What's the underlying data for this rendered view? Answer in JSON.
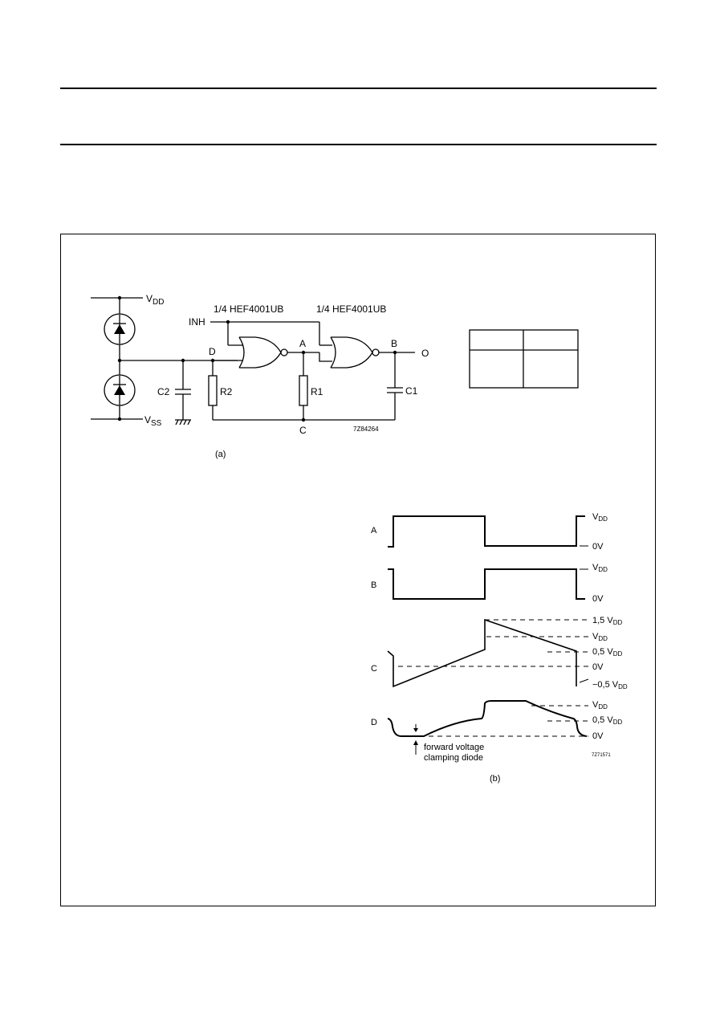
{
  "labels": {
    "vdd_main": "V",
    "vdd_sub": "DD",
    "vss_main": "V",
    "vss_sub": "SS",
    "gate1": "1/4 HEF4001UB",
    "gate2": "1/4 HEF4001UB",
    "inh": "INH",
    "node_d": "D",
    "node_a": "A",
    "node_b": "B",
    "node_c": "C",
    "output_o": "O",
    "c2": "C2",
    "r2": "R2",
    "r1": "R1",
    "c1": "C1",
    "code_a": "7Z84264",
    "caption_a": "(a)"
  },
  "waveforms": {
    "row_a": "A",
    "row_b": "B",
    "row_c": "C",
    "row_d": "D",
    "level_vdd_main": "V",
    "level_vdd_sub": "DD",
    "level_0v": "0V",
    "level_1_5_prefix": "1,5 V",
    "level_0_5_prefix": "0,5 V",
    "level_neg_0_5_prefix": "−0,5 V",
    "annotation_line1": "forward voltage",
    "annotation_line2": "clamping diode",
    "code_b": "7Z71571",
    "caption_b": "(b)"
  }
}
